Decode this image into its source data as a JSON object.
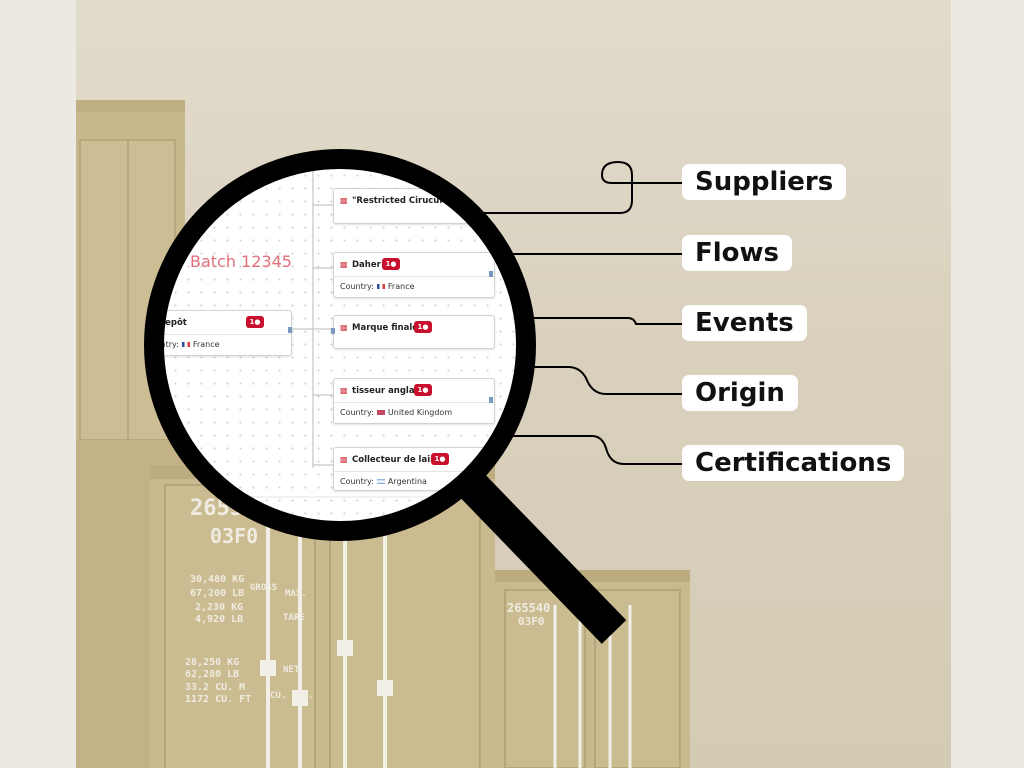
{
  "batch_label": "Batch 12345",
  "callouts": [
    {
      "label": "Suppliers"
    },
    {
      "label": "Flows"
    },
    {
      "label": "Events"
    },
    {
      "label": "Origin"
    },
    {
      "label": "Certifications"
    }
  ],
  "container_markings": {
    "id_line1": "265540",
    "id_line2": "03F0",
    "gross_kg": "30,480 KG",
    "gross_lb": "67,200 LB",
    "gross_label": "GROSS",
    "max_label": "MAX.",
    "tare_kg": "2,230 KG",
    "tare_lb": "4,920 LB",
    "tare_label": "TARE",
    "net_kg": "28,250 KG",
    "net_lb": "62,280 LB",
    "net_label": "NET",
    "cu_m": "33.2 CU. M",
    "cu_ft": "1172 CU. FT",
    "cap_label": "CU. CAP."
  },
  "nodes": [
    {
      "title": "\"Restricted Ciruculation",
      "badge": "",
      "country_label": "",
      "country": ""
    },
    {
      "title": "Daher",
      "badge": "1",
      "country_label": "Country:",
      "country": "France"
    },
    {
      "title": "Entrepôt",
      "badge": "1",
      "country_label": "Country:",
      "country": "France"
    },
    {
      "title": "Marque finale",
      "badge": "1",
      "country_label": "",
      "country": ""
    },
    {
      "title": "tisseur anglais",
      "badge": "1",
      "country_label": "Country:",
      "country": "United Kingdom"
    },
    {
      "title": "Collecteur de laine",
      "badge": "1",
      "country_label": "Country:",
      "country": "Argentina"
    }
  ],
  "colors": {
    "accent_red": "#c8102e",
    "batch_text": "#e0707a",
    "container_tan": "#c8b88e",
    "magnifier": "#000000",
    "callout_bg": "#ffffff"
  }
}
